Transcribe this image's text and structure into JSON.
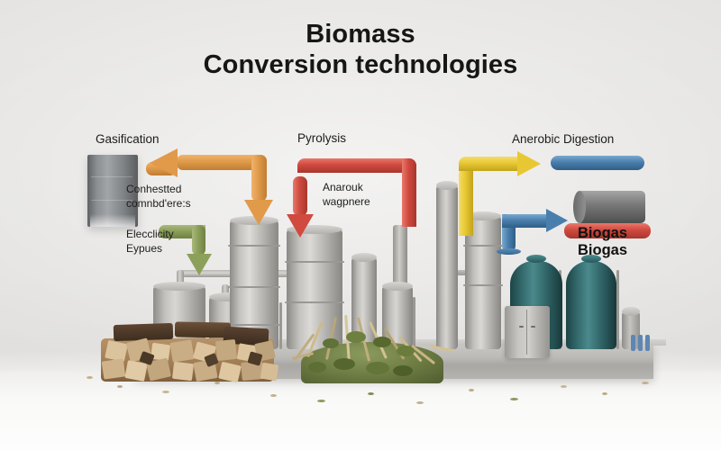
{
  "title": {
    "line1": "Biomass",
    "line2": "Conversion technologies"
  },
  "background_color": "#e4e3e1",
  "sections": [
    {
      "id": "gasification",
      "caption": "Gasification",
      "accent": "#e09a4a",
      "sub_labels": [
        {
          "line1": "Conhestted",
          "line2": "comnbd'ere:s",
          "accent": "#e09a4a"
        },
        {
          "line1": "Elecclicity",
          "line2": "Eypues",
          "accent": "#8ca05a"
        }
      ]
    },
    {
      "id": "pyrolysis",
      "caption": "Pyrolysis",
      "accent": "#d04a3f",
      "sub_labels": [
        {
          "line1": "Anarouk",
          "line2": "wagpnere",
          "accent": "#d04a3f"
        }
      ]
    },
    {
      "id": "anaerobic-digestion",
      "caption": "Anerobic Digestion",
      "accent": "#e8c832",
      "sub_labels": [
        {
          "line1": "Biogas",
          "line2": "Biogas",
          "accent": "#4a7fad"
        }
      ]
    }
  ],
  "arrows": [
    {
      "name": "gasification-feed-arrow",
      "color": "#e09a4a",
      "direction": "left-then-down"
    },
    {
      "name": "electricity-output-arrow",
      "color": "#8ca05a",
      "direction": "right-then-down"
    },
    {
      "name": "pyrolysis-input-arrow",
      "color": "#d04a3f",
      "direction": "down"
    },
    {
      "name": "pyrolysis-pipe",
      "color": "#d0493e",
      "direction": "right-then-down"
    },
    {
      "name": "digestion-feed-arrow",
      "color": "#e8c832",
      "direction": "up-then-right"
    },
    {
      "name": "biogas-output-arrow",
      "color": "#4a7fad",
      "direction": "up-then-right"
    }
  ],
  "legend_bars": [
    {
      "name": "biogas-blue-bar",
      "color": "#4a7fad"
    },
    {
      "name": "biogas-tank-cylinder",
      "color": "#6e6e6e"
    },
    {
      "name": "biogas-red-bar",
      "color": "#d0493e"
    },
    {
      "name": "gasification-orange-stub",
      "color": "#e09a4a"
    }
  ],
  "scene": {
    "gasifier_panel": {
      "name": "gasifier-panel",
      "color": "#7e8184"
    },
    "feedstock_woodpile": {
      "name": "woodpile-feedstock",
      "color": "#c9a678"
    },
    "feedstock_green_waste": {
      "name": "green-waste-feedstock",
      "color": "#7e8b4e"
    },
    "digester_tanks": {
      "name": "digester-tanks",
      "color": "#2f5f62"
    },
    "reactor_vessels": {
      "name": "reactor-vessels",
      "color": "#b5b3af"
    },
    "slab": {
      "name": "concrete-slab",
      "color": "#bcbab6"
    }
  }
}
